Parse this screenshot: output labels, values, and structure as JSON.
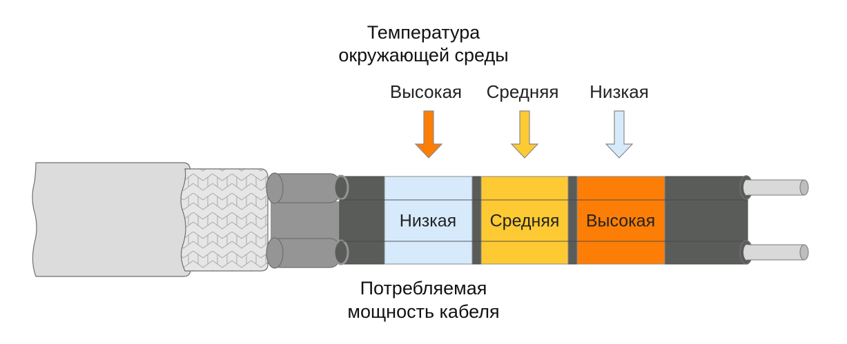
{
  "header": {
    "title_line1": "Температура",
    "title_line2": "окружающей среды"
  },
  "ambient_levels": [
    {
      "label": "Высокая",
      "color": "#fd7e06"
    },
    {
      "label": "Средняя",
      "color": "#fdca33"
    },
    {
      "label": "Низкая",
      "color": "#d6eafb"
    }
  ],
  "cable_segments": [
    {
      "label": "Низкая",
      "color": "#d6eafb"
    },
    {
      "label": "Средняя",
      "color": "#fdca33"
    },
    {
      "label": "Высокая",
      "color": "#fd7e06"
    }
  ],
  "footer": {
    "caption_line1": "Потребляемая",
    "caption_line2": "мощность кабеля"
  },
  "colors": {
    "outer_jacket": "#dcdcdc",
    "braid": "#e6e6e6",
    "inner_insulation": "#959595",
    "core": "#5a5c5a",
    "wire": "#d9d9d9",
    "outline": "#6e6e6e"
  }
}
